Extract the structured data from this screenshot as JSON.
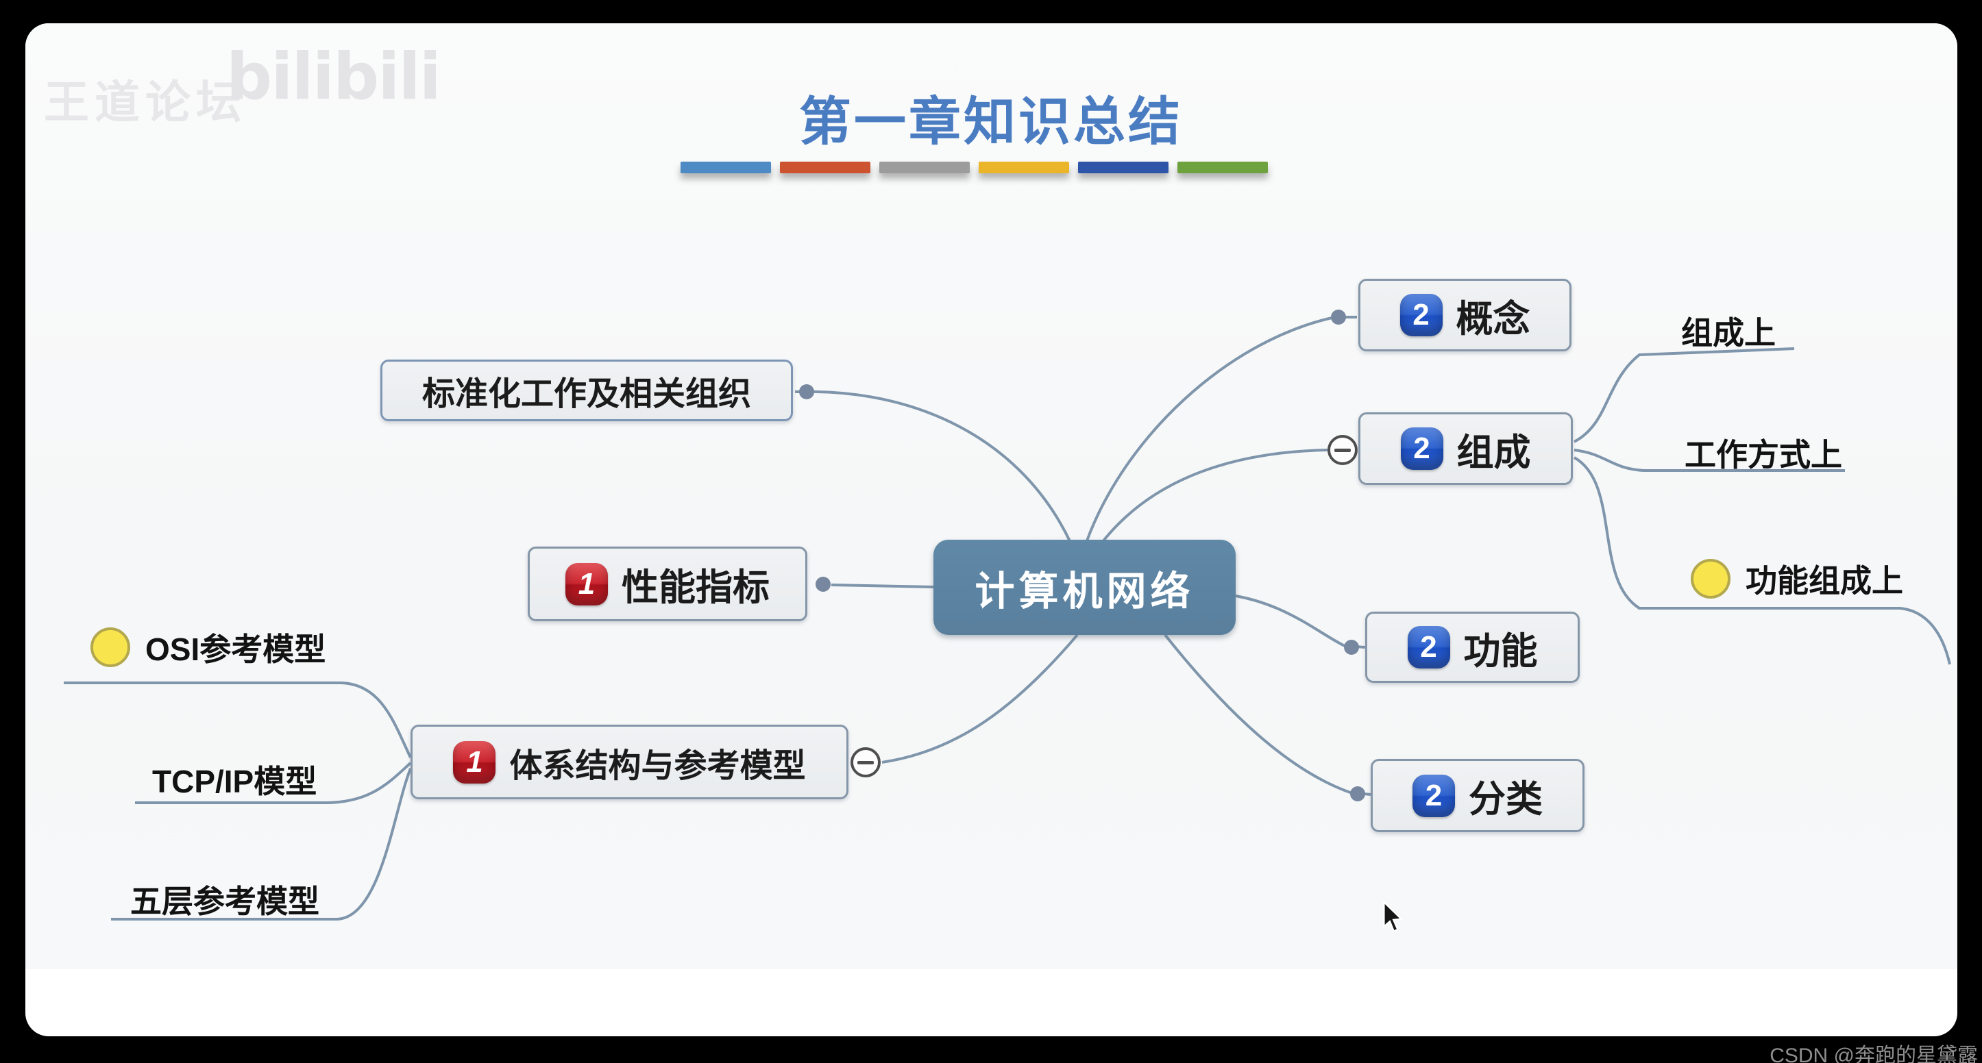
{
  "page": {
    "title": "第一章知识总结",
    "watermark_forum": "王道论坛",
    "watermark_logo": "bilibili",
    "watermark_csdn": "CSDN @奔跑的星黛露",
    "divider_colors": [
      "#4e8bc4",
      "#cc5230",
      "#9c9c9c",
      "#ebb529",
      "#2f55a8",
      "#6da23f"
    ]
  },
  "mindmap": {
    "root": {
      "label": "计算机网络"
    },
    "right_branches": [
      {
        "label": "概念",
        "badge": "2"
      },
      {
        "label": "组成",
        "badge": "2",
        "collapse_icon": "minus",
        "children": [
          "组成上",
          "工作方式上",
          "功能组成上"
        ],
        "child_markers": [
          null,
          null,
          "yellow-circle"
        ]
      },
      {
        "label": "功能",
        "badge": "2"
      },
      {
        "label": "分类",
        "badge": "2"
      }
    ],
    "left_branches": [
      {
        "label": "标准化工作及相关组织"
      },
      {
        "label": "性能指标",
        "badge": "1"
      },
      {
        "label": "体系结构与参考模型",
        "badge": "1",
        "collapse_icon": "minus",
        "children": [
          "OSI参考模型",
          "TCP/IP模型",
          "五层参考模型"
        ],
        "child_markers": [
          "yellow-circle",
          null,
          null
        ]
      }
    ],
    "colors": {
      "root_fill": "#5d86a4",
      "node_fill": "#edf0f2",
      "node_border": "#8496a8",
      "edge": "#7e95ab",
      "badge_blue": "#2a63cf",
      "badge_red": "#c5232b",
      "yellow_marker": "#f8e54d"
    }
  }
}
